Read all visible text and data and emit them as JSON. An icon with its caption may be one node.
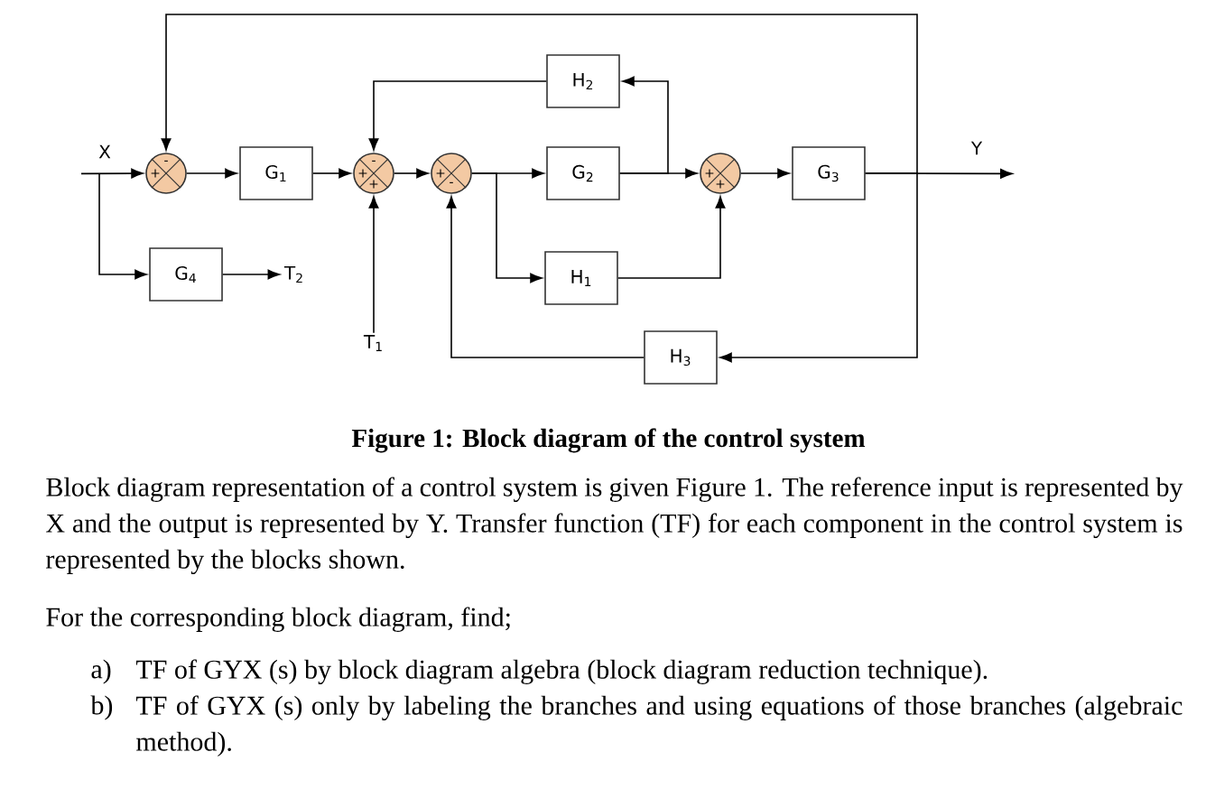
{
  "diagram": {
    "caption": "Figure 1: Block diagram of the control system",
    "nodes": [
      {
        "text": [],
        "shape": "circle"
      },
      {
        "text": [
          "G$_{1}$"
        ]
      },
      {
        "text": [],
        "shape": "circle"
      },
      {
        "text": [],
        "shape": "circle"
      },
      {
        "text": [
          "H$_{2}$"
        ]
      },
      {
        "text": [
          "G$_{2}$"
        ]
      },
      {
        "text": [
          "H$_{1}$"
        ]
      },
      {
        "text": [],
        "shape": "circle"
      },
      {
        "text": [
          "G$_{3}$"
        ]
      },
      {
        "text": [
          "G$_{4}$"
        ]
      },
      {
        "text": [
          "T$_{2}$"
        ]
      },
      {
        "text": [
          "T$_{1}$"
        ]
      },
      {
        "text": [
          "H$_{3}$"
        ]
      },
      {
        "text": [
          "X"
        ]
      },
      {
        "text": [
          "Y"
        ]
      }
    ],
    "edges": [
      {
        "from": 13,
        "to": 0,
        "arrow": "to"
      },
      {
        "from": 0,
        "to": 1,
        "arrow": "to"
      },
      {
        "from": 1,
        "to": 2,
        "arrow": "to"
      },
      {
        "from": 2,
        "to": 3,
        "arrow": "to"
      },
      {
        "from": 3,
        "to": 5,
        "arrow": "to"
      },
      {
        "from": 3,
        "to": 6,
        "arrow": "to"
      },
      {
        "from": 5,
        "to": 7,
        "arrow": "to"
      },
      {
        "from": 6,
        "to": 7,
        "arrow": "to"
      },
      {
        "from": 7,
        "to": 8,
        "arrow": "to"
      },
      {
        "from": 8,
        "to": 14,
        "arrow": "to"
      },
      {
        "from": 8,
        "to": 0,
        "arrow": "to"
      },
      {
        "from": 8,
        "to": 12,
        "arrow": "to"
      },
      {
        "from": 12,
        "to": 3,
        "arrow": "to"
      },
      {
        "from": 5,
        "to": 4,
        "arrow": "to"
      },
      {
        "from": 4,
        "to": 2,
        "arrow": "to"
      },
      {
        "from": 9,
        "to": 10,
        "arrow": "to"
      },
      {
        "from": 11,
        "to": 2,
        "arrow": "to"
      },
      {
        "from": 13,
        "to": 9,
        "arrow": "to"
      }
    ],
    "labels": [
      "-",
      "+",
      "-",
      "+",
      "+",
      "+",
      "-",
      "+",
      "+",
      "Block diagram representation of a control system is given Figure 1. The reference input is represented by X and the output is represented by Y. Transfer function (TF) for each component in the control system is represented by the blocks shown.",
      "For the corresponding block diagram, find;",
      "a)",
      "TF of GYX (s) by block diagram algebra (block diagram reduction technique).",
      "b)",
      "TF of GYX (s) only by labeling the branches and using equations of those branches (algebraic method)."
    ]
  }
}
